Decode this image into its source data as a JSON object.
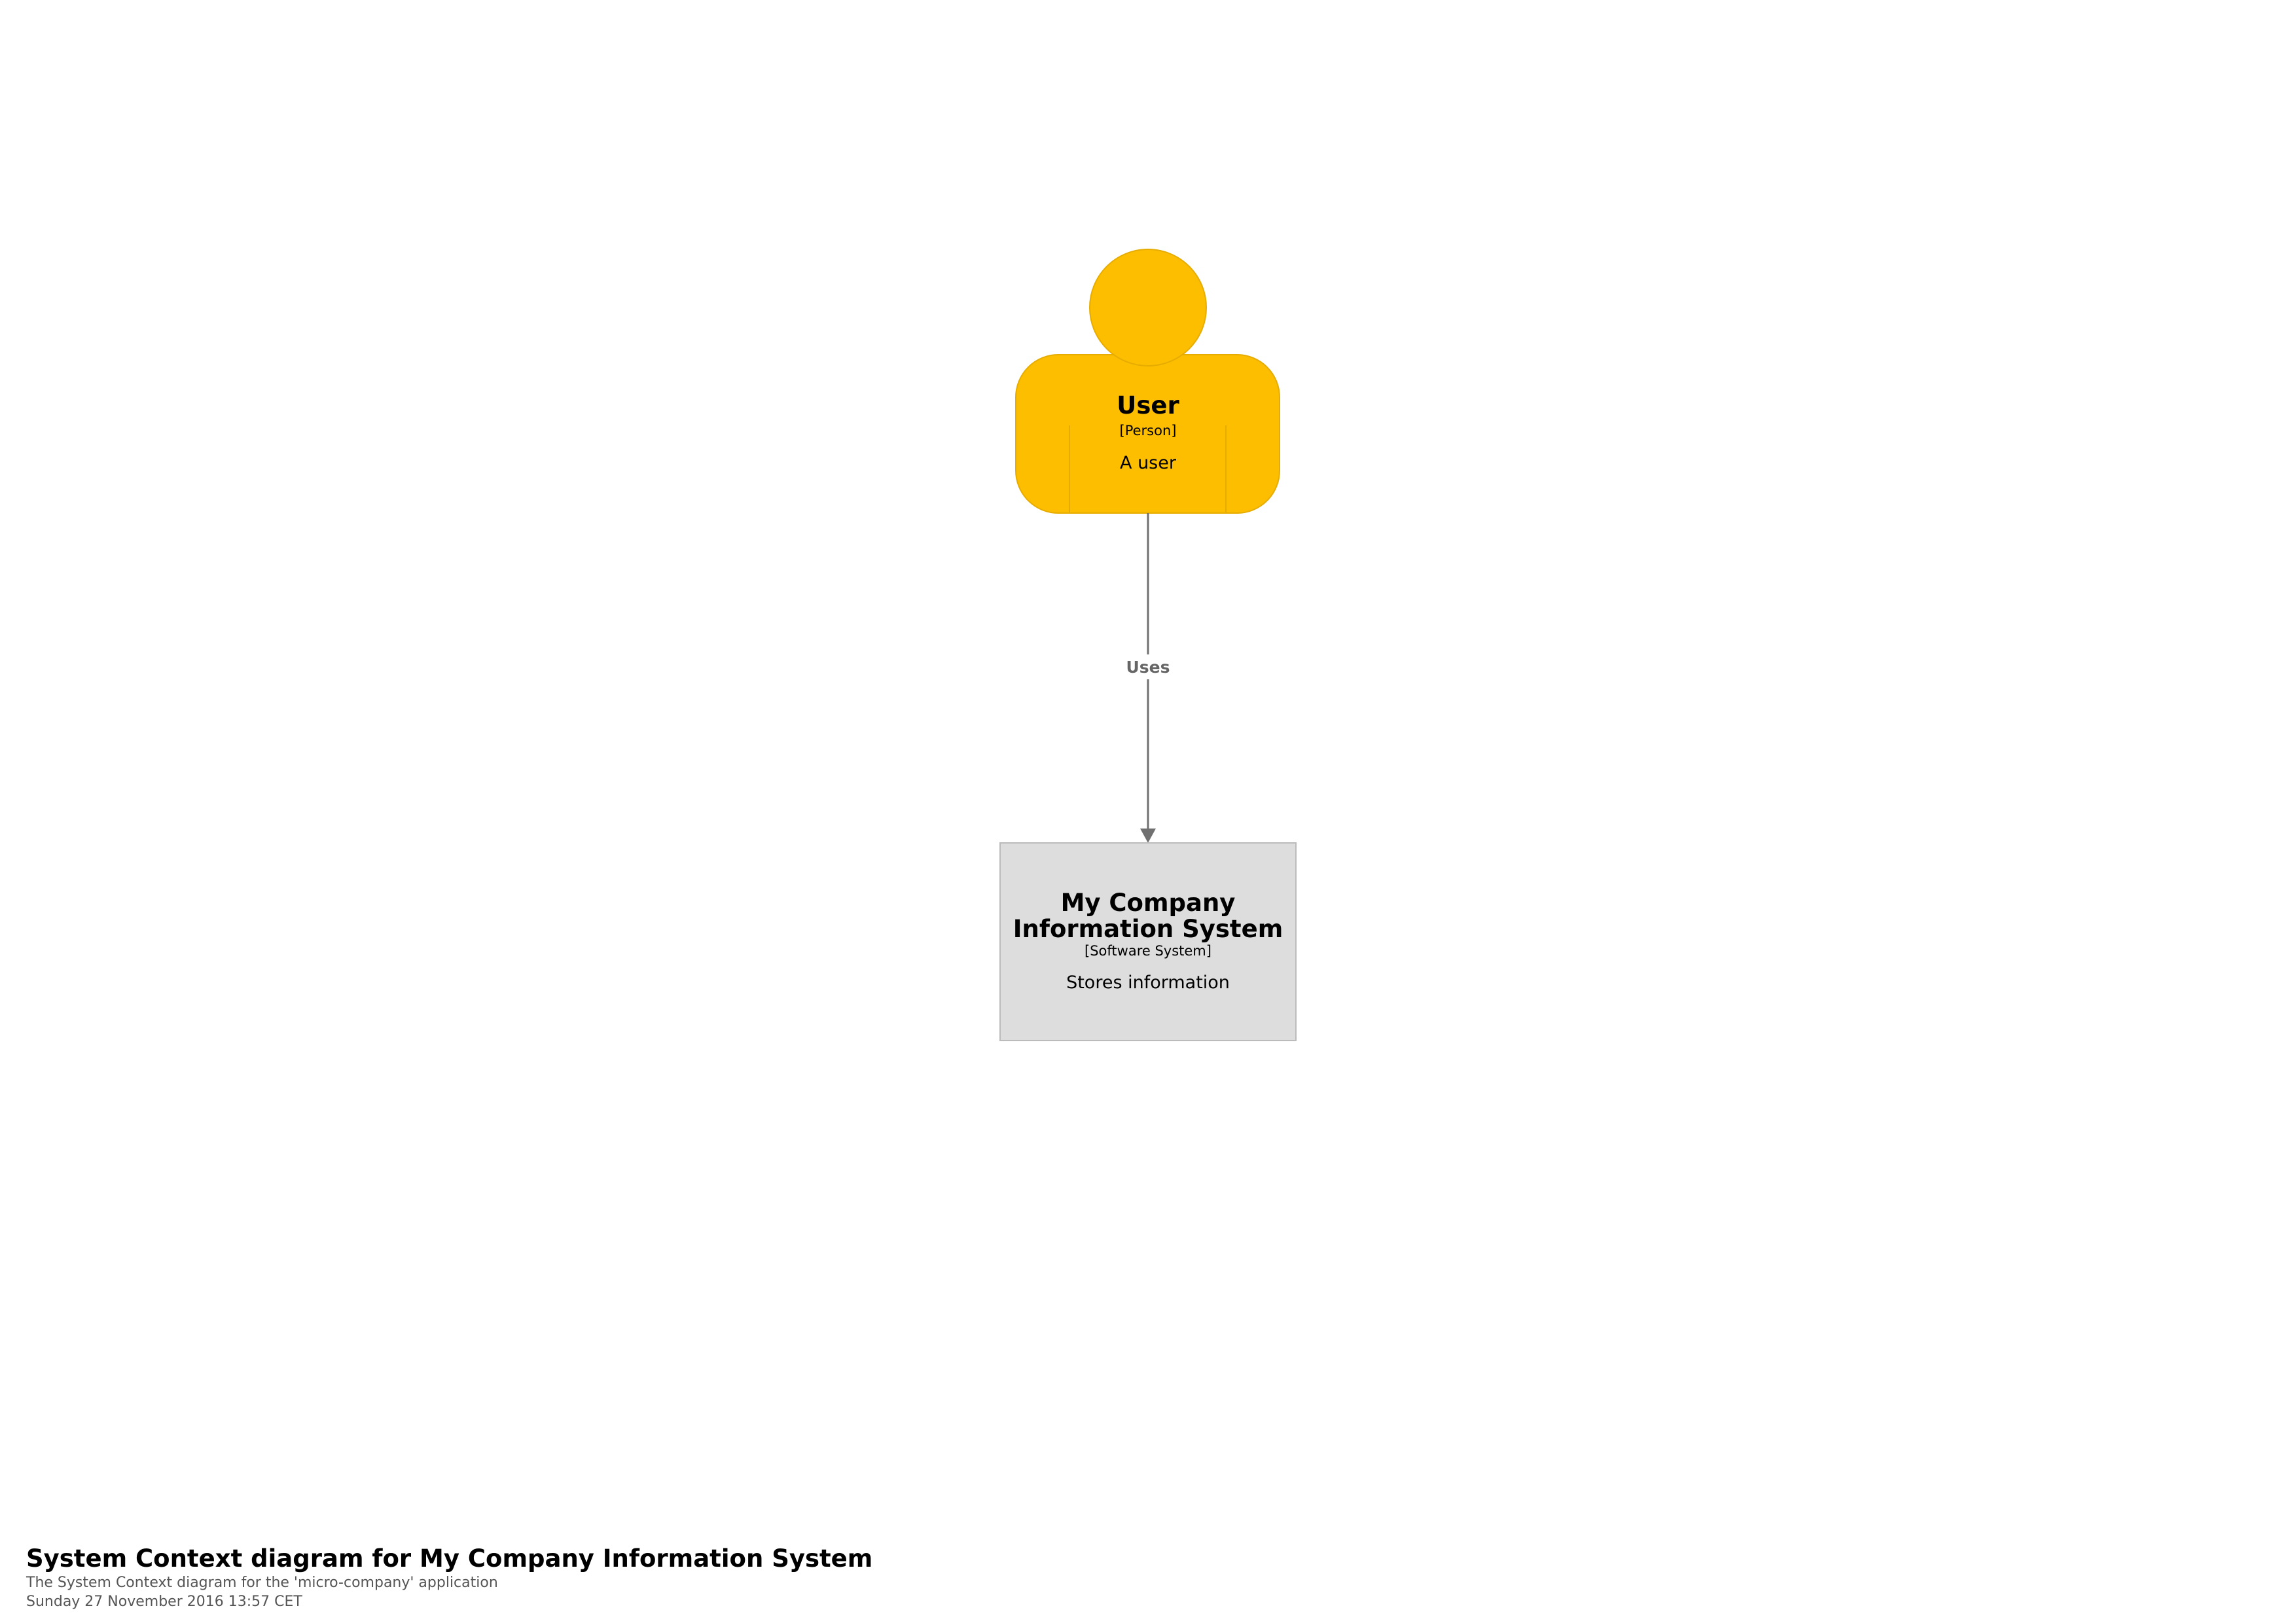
{
  "colors": {
    "person_fill": "#FDBE00",
    "person_stroke": "#E6AC00",
    "system_fill": "#DDDDDD",
    "system_stroke": "#BBBBBB",
    "relationship": "#707070"
  },
  "person": {
    "name": "User",
    "type": "[Person]",
    "description": "A user",
    "icon": "person-icon"
  },
  "system": {
    "name_line1": "My Company",
    "name_line2": "Information System",
    "type": "[Software System]",
    "description": "Stores information"
  },
  "relationship": {
    "label": "Uses"
  },
  "footer": {
    "title": "System Context diagram for My Company Information System",
    "subtitle": "The System Context diagram for the 'micro-company' application",
    "date": "Sunday 27 November 2016 13:57 CET"
  }
}
